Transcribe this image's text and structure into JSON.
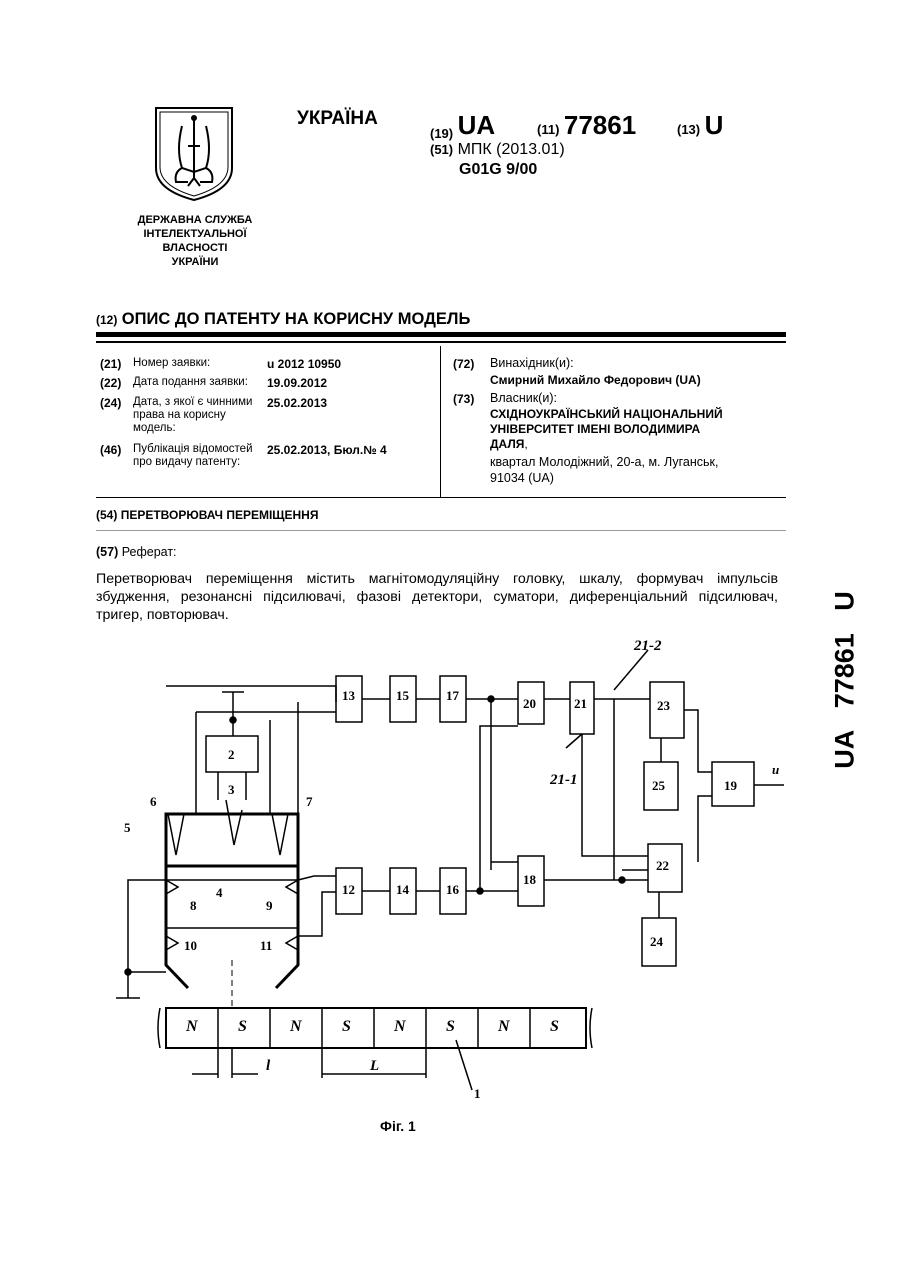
{
  "header": {
    "agency": [
      "ДЕРЖАВНА СЛУЖБА",
      "ІНТЕЛЕКТУАЛЬНОЇ",
      "ВЛАСНОСТІ",
      "УКРАЇНИ"
    ],
    "country": "УКРАЇНА",
    "code19": "(19)",
    "country_code": "UA",
    "code11": "(11)",
    "patent_number": "77861",
    "code13": "(13)",
    "kind": "U",
    "code51": "(51)",
    "ipc_label": "МПК (2013.01)",
    "ipc_class": "G01G 9/00"
  },
  "title_line": {
    "code": "(12)",
    "text": "ОПИС ДО ПАТЕНТУ НА КОРИСНУ МОДЕЛЬ"
  },
  "biblio": {
    "left": [
      {
        "num": "(21)",
        "label": "Номер заявки:",
        "value": "u 2012 10950"
      },
      {
        "num": "(22)",
        "label": "Дата подання заявки:",
        "value": "19.09.2012"
      },
      {
        "num": "(24)",
        "label": "Дата, з якої є чинними права на корисну модель:",
        "value": "25.02.2013"
      },
      {
        "num": "(46)",
        "label": "Публікація відомостей про видачу патенту:",
        "value": "25.02.2013, Бюл.№ 4"
      }
    ],
    "inventor_num": "(72)",
    "inventor_label": "Винахідник(и):",
    "inventor": "Смирний Михайло Федорович (UA)",
    "owner_num": "(73)",
    "owner_label": "Власник(и):",
    "owner_name_1": "СХІДНОУКРАЇНСЬКИЙ НАЦІОНАЛЬНИЙ",
    "owner_name_2": "УНІВЕРСИТЕТ ІМЕНІ ВОЛОДИМИРА",
    "owner_name_3": "ДАЛЯ",
    "owner_addr_1": "квартал Молодіжний, 20-а, м. Луганськ,",
    "owner_addr_2": "91034 (UA)"
  },
  "title54": {
    "code": "(54)",
    "text": "ПЕРЕТВОРЮВАЧ ПЕРЕМІЩЕННЯ"
  },
  "abstract": {
    "code": "(57)",
    "label": "Реферат:",
    "text": "Перетворювач переміщення містить магнітомодуляційну головку, шкалу, формувач імпульсів збудження, резонансні підсилювачі, фазові детектори, суматори, диференціальний підсилювач, тригер, повторювач."
  },
  "side_number": "UA   77861   U",
  "figure": {
    "caption": "Фіг. 1",
    "blocks": [
      "13",
      "15",
      "17",
      "20",
      "21",
      "23",
      "25",
      "19",
      "12",
      "14",
      "16",
      "18",
      "22",
      "24",
      "2"
    ],
    "labels": [
      "21-2",
      "21-1",
      "u",
      "1",
      "2",
      "3",
      "4",
      "5",
      "6",
      "7",
      "8",
      "9",
      "10",
      "11",
      "l",
      "L"
    ],
    "scale": [
      "N",
      "S",
      "N",
      "S",
      "N",
      "S",
      "N",
      "S"
    ]
  }
}
